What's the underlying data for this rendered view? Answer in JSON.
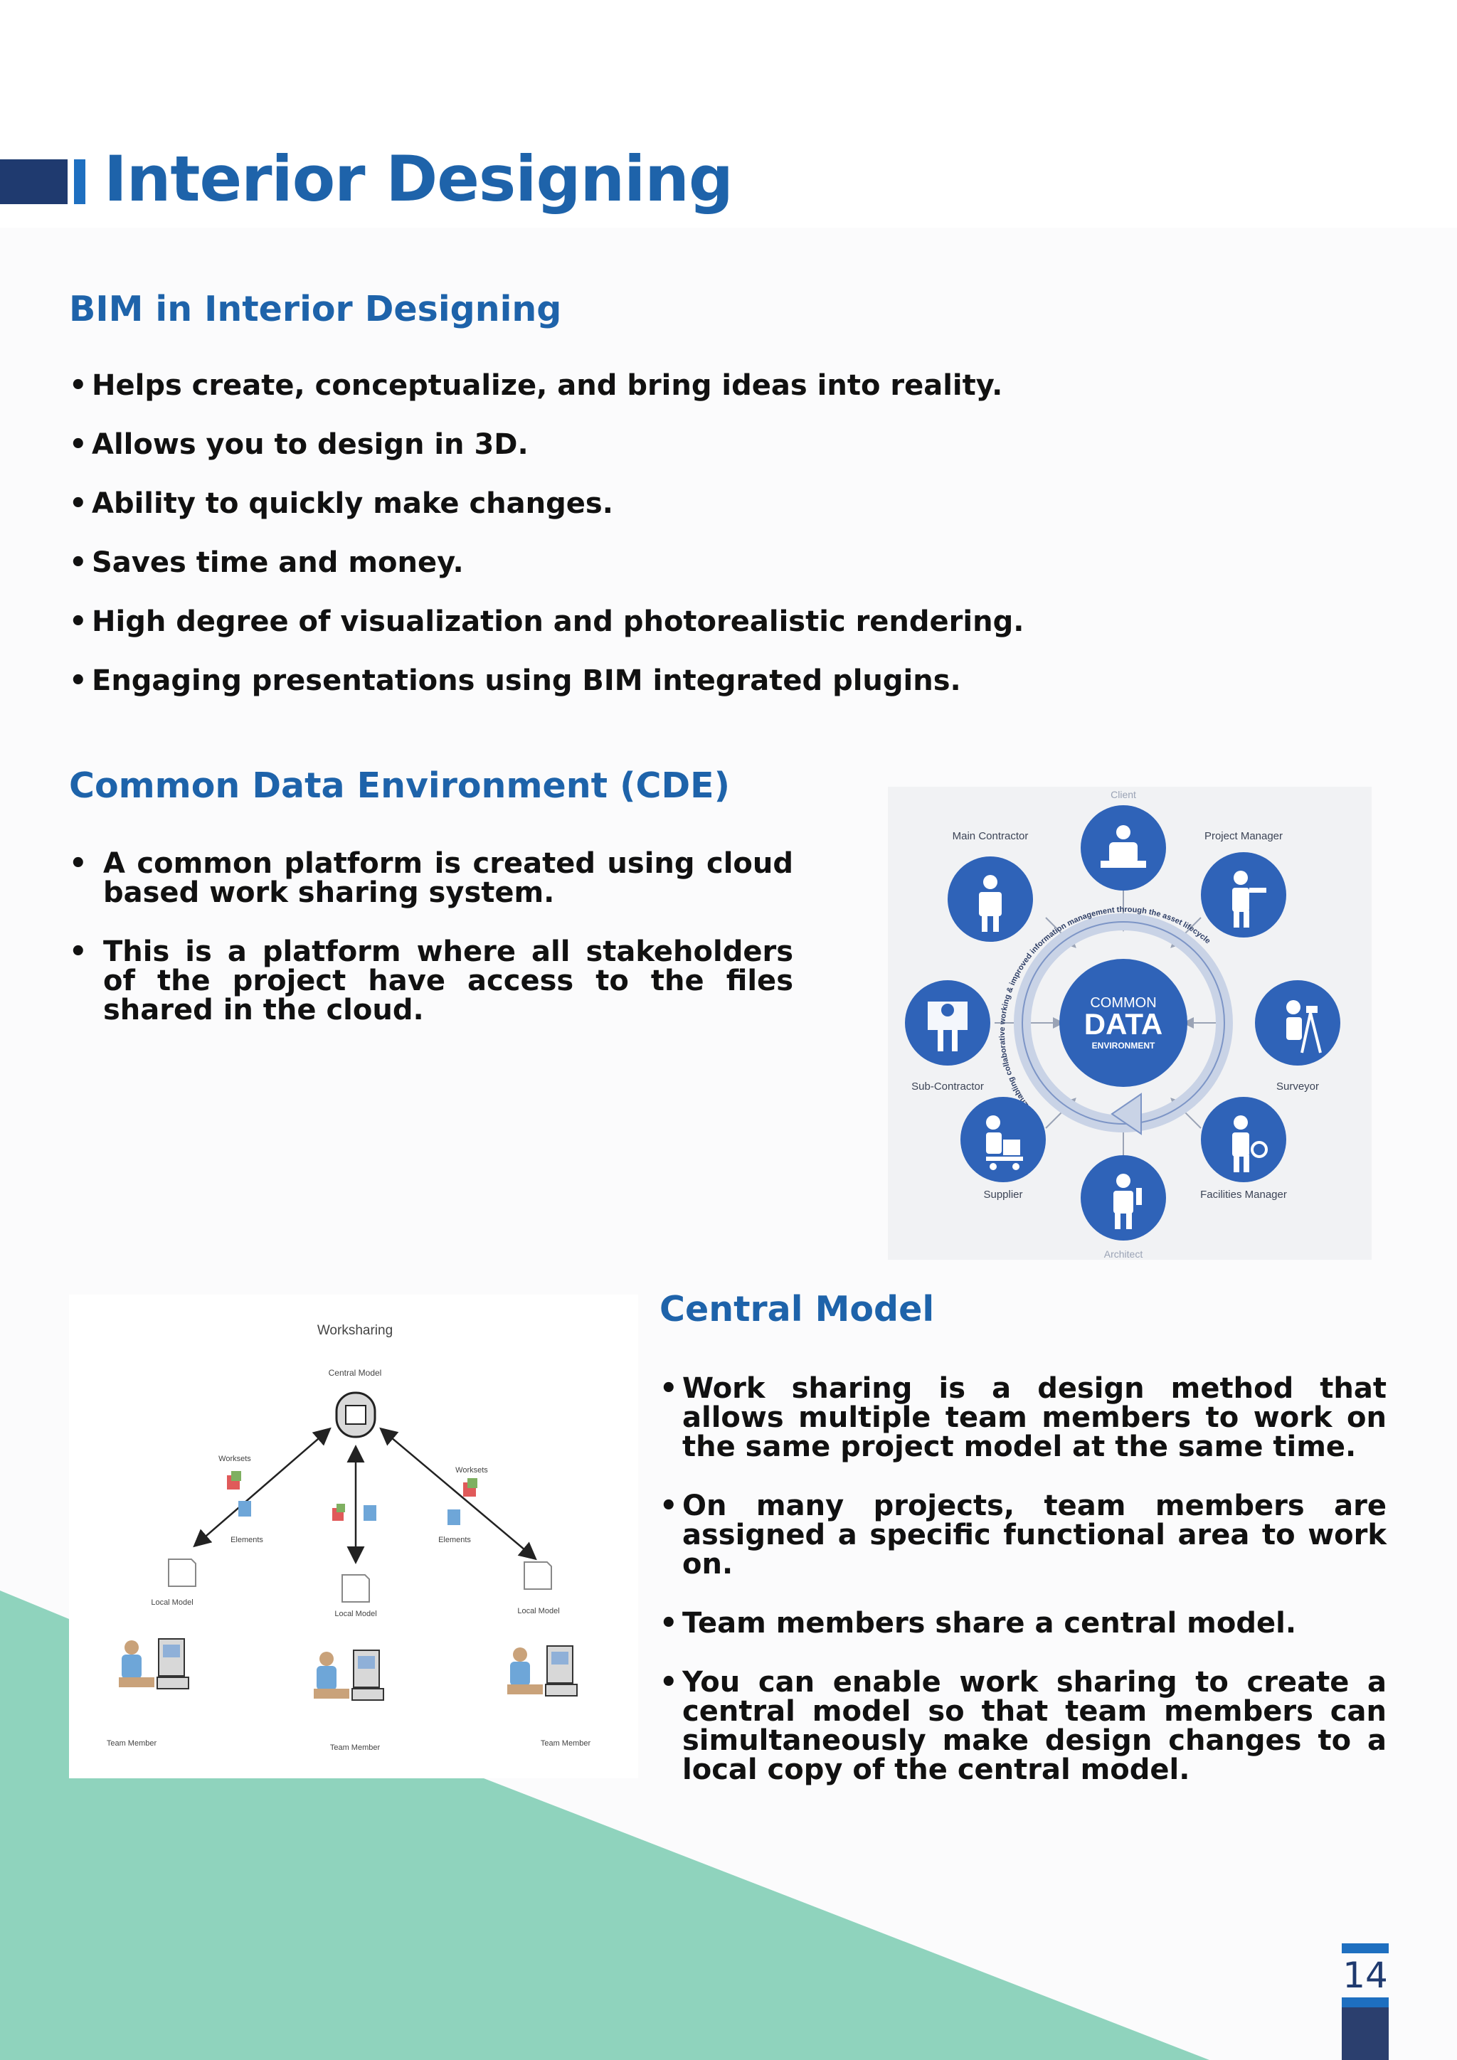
{
  "page": {
    "title": "Interior Designing",
    "page_number": "14"
  },
  "bim": {
    "heading": "BIM in Interior Designing",
    "items": [
      "Helps create, conceptualize, and bring ideas into reality.",
      "Allows you to design in 3D.",
      "Ability to quickly make changes.",
      "Saves time and money.",
      "High degree of visualization and photorealistic rendering.",
      "Engaging presentations using BIM integrated plugins."
    ]
  },
  "cde": {
    "heading": "Common Data Environment (CDE)",
    "items": [
      "A common platform is created using cloud based work sharing system.",
      "This is a platform where all stakeholders of the project have access to the files shared in the cloud."
    ],
    "figure": {
      "center_top": "COMMON",
      "center_main": "DATA",
      "center_bottom": "ENVIRONMENT",
      "ring_text": "Enabling collaborative working & improved information management through the asset lifecycle",
      "roles": [
        "Client",
        "Project Manager",
        "Surveyor",
        "Facilities Manager",
        "Architect",
        "Supplier",
        "Sub-Contractor",
        "Main Contractor"
      ],
      "accent": "#2f63b8"
    }
  },
  "central_model": {
    "heading": "Central Model",
    "items": [
      "Work sharing is a design method that allows multiple team members to work on the same project model at the same time.",
      "On many projects, team members are assigned a specific functional area to work on.",
      "Team members share a central model.",
      "You can enable work sharing to create a central model so that team members can simultaneously make design changes to a local copy of the central model."
    ],
    "figure": {
      "title": "Worksharing",
      "central_label": "Central Model",
      "worksets_label": "Worksets",
      "elements_label": "Elements",
      "local_model_label": "Local Model",
      "team_member_label": "Team Member"
    }
  },
  "colors": {
    "heading_blue": "#1e63aa",
    "navy": "#1f3a6f",
    "teal": "#8fd3bd"
  }
}
